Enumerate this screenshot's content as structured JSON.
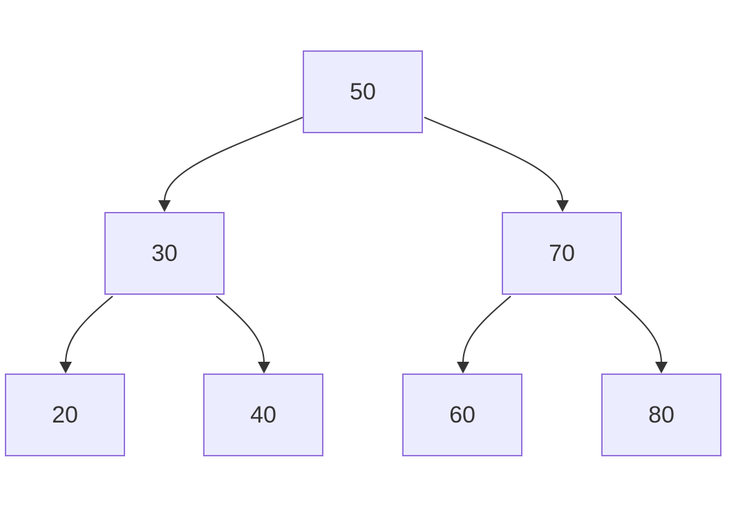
{
  "tree": {
    "root": "50",
    "nodes": [
      {
        "id": "n50",
        "label": "50"
      },
      {
        "id": "n30",
        "label": "30"
      },
      {
        "id": "n70",
        "label": "70"
      },
      {
        "id": "n20",
        "label": "20"
      },
      {
        "id": "n40",
        "label": "40"
      },
      {
        "id": "n60",
        "label": "60"
      },
      {
        "id": "n80",
        "label": "80"
      }
    ],
    "edges": [
      {
        "from": "50",
        "to": "30"
      },
      {
        "from": "50",
        "to": "70"
      },
      {
        "from": "30",
        "to": "20"
      },
      {
        "from": "30",
        "to": "40"
      },
      {
        "from": "70",
        "to": "60"
      },
      {
        "from": "70",
        "to": "80"
      }
    ],
    "colors": {
      "node_fill": "#ECECFF",
      "node_border": "#9370DB",
      "edge": "#333333",
      "text": "#333333"
    }
  }
}
